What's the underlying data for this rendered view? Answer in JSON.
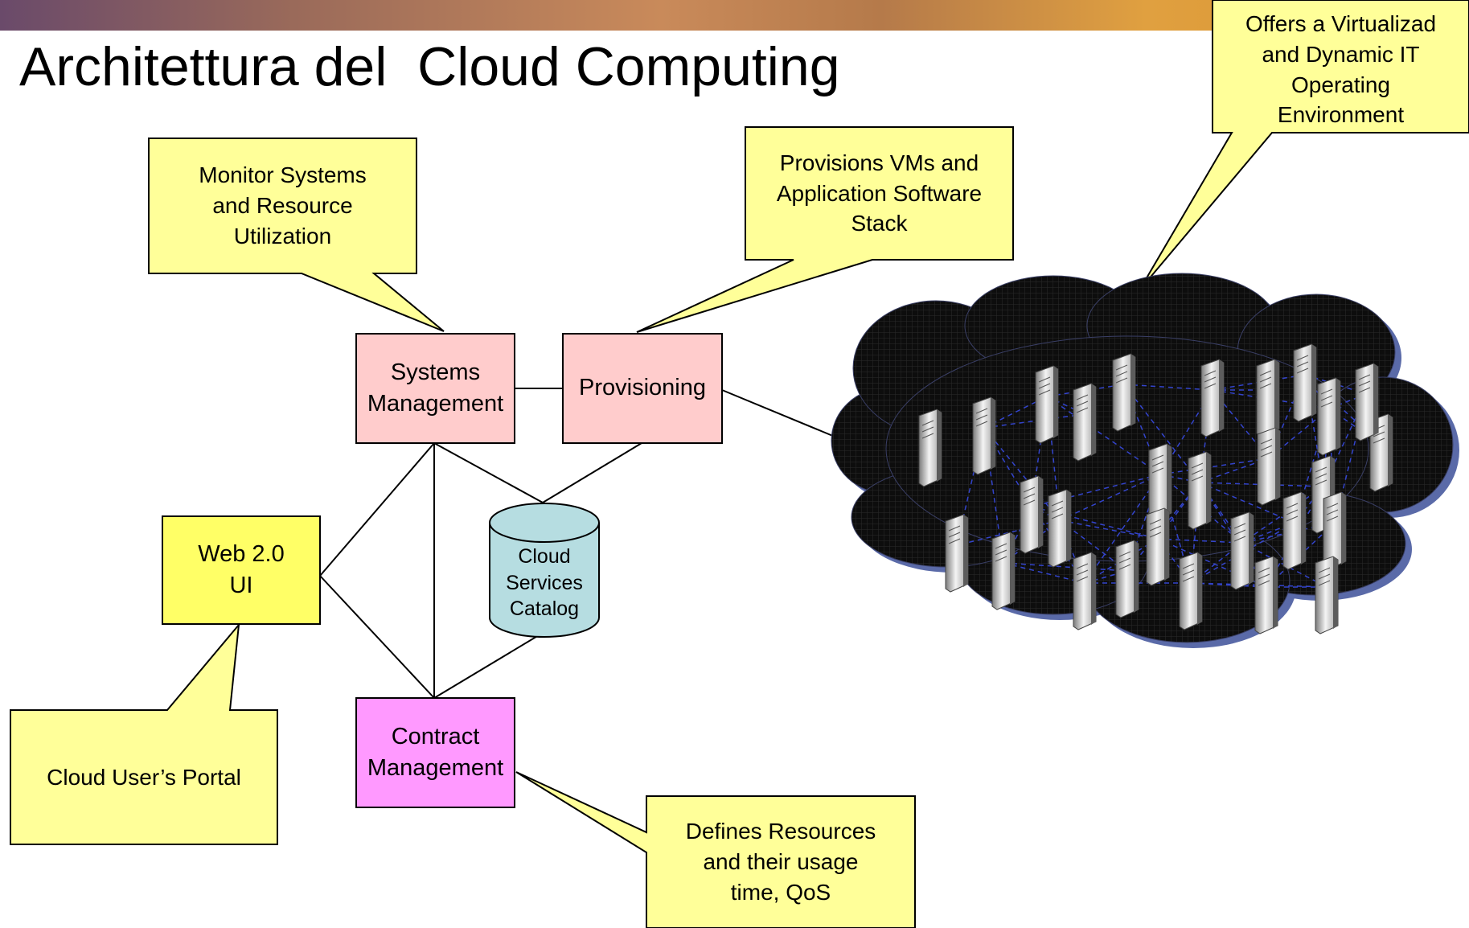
{
  "title": "Architettura del  Cloud Computing",
  "colors": {
    "callout_fill": "#ffff99",
    "systems_fill": "#ffcccc",
    "web_fill": "#ffff66",
    "contract_fill": "#ff99ff",
    "catalog_fill": "#b6dde1",
    "cloud_fill": "#111111",
    "cloud_edge": "#4a5aa8",
    "link_dash": "#3344cc"
  },
  "nodes": {
    "systems_management": "Systems\nManagement",
    "provisioning": "Provisioning",
    "web_ui": "Web 2.0\nUI",
    "contract_management": "Contract\nManagement",
    "catalog": "Cloud\nServices\nCatalog"
  },
  "callouts": {
    "monitor": "Monitor Systems\nand Resource\nUtilization",
    "provisions": "Provisions VMs and\nApplication Software\nStack",
    "offers": "Offers a Virtualizad\nand Dynamic IT\nOperating\nEnvironment",
    "portal": "Cloud User’s Portal",
    "defines": "Defines Resources\nand their usage\ntime, QoS"
  },
  "cloud": {
    "server_icon": "server-tower-icon",
    "server_count": 28
  }
}
